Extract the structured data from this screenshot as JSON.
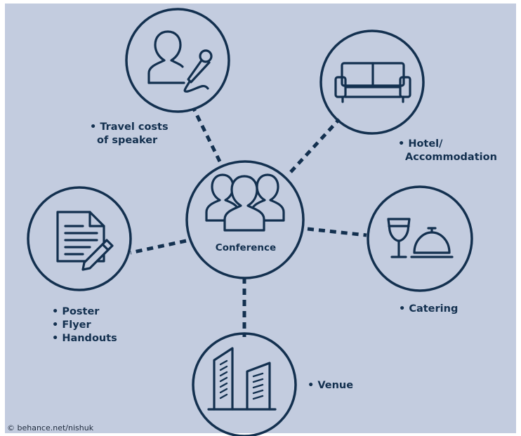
{
  "center": {
    "label": "Conference"
  },
  "nodes": {
    "speaker": {
      "lines": [
        "• Travel costs",
        "of speaker"
      ]
    },
    "hotel": {
      "lines": [
        "• Hotel/",
        "Accommodation"
      ]
    },
    "catering": {
      "lines": [
        "• Catering"
      ]
    },
    "venue": {
      "lines": [
        "• Venue"
      ]
    },
    "print": {
      "lines": [
        "• Poster",
        "• Flyer",
        "• Handouts"
      ]
    }
  },
  "credit": "© behance.net/nishuk",
  "colors": {
    "background": "#c3ccdf",
    "ink": "#13304f"
  }
}
